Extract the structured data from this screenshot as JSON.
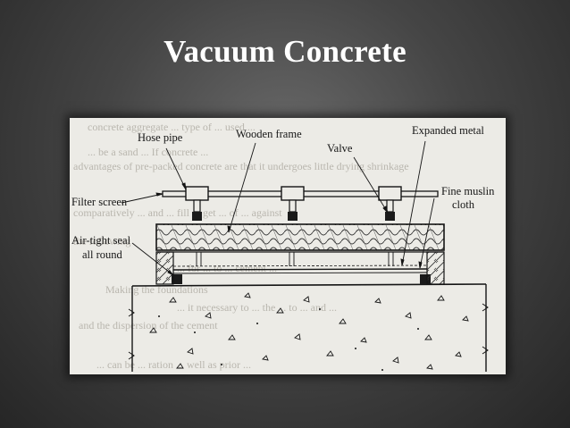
{
  "slide": {
    "title": "Vacuum Concrete"
  },
  "diagram": {
    "labels": {
      "hose_pipe": "Hose pipe",
      "wooden_frame": "Wooden frame",
      "valve": "Valve",
      "expanded_metal": "Expanded metal",
      "filter_screen": "Filter screen",
      "fine_muslin_1": "Fine muslin",
      "fine_muslin_2": "cloth",
      "air_tight_1": "Air-tight seal",
      "air_tight_2": "all round"
    },
    "show_through_text": [
      "concrete aggregate ... type of ... used ...",
      "... be a sand ... If concrete ...",
      "advantages of pre-packed concrete are that it undergoes little drying shrinkage",
      "comparatively ... and ... fill ... get ... of ... against",
      "the following",
      "... for ... to ... cement ...",
      "Making the foundations",
      "... it necessary to ... the ... to ... and ...",
      "and the dispersion of the cement",
      "... can be ... ration ... well as prior ..."
    ]
  },
  "colors": {
    "background": "#454545",
    "title": "#ffffff",
    "paper": "#ecebe6",
    "ink": "#151515"
  }
}
